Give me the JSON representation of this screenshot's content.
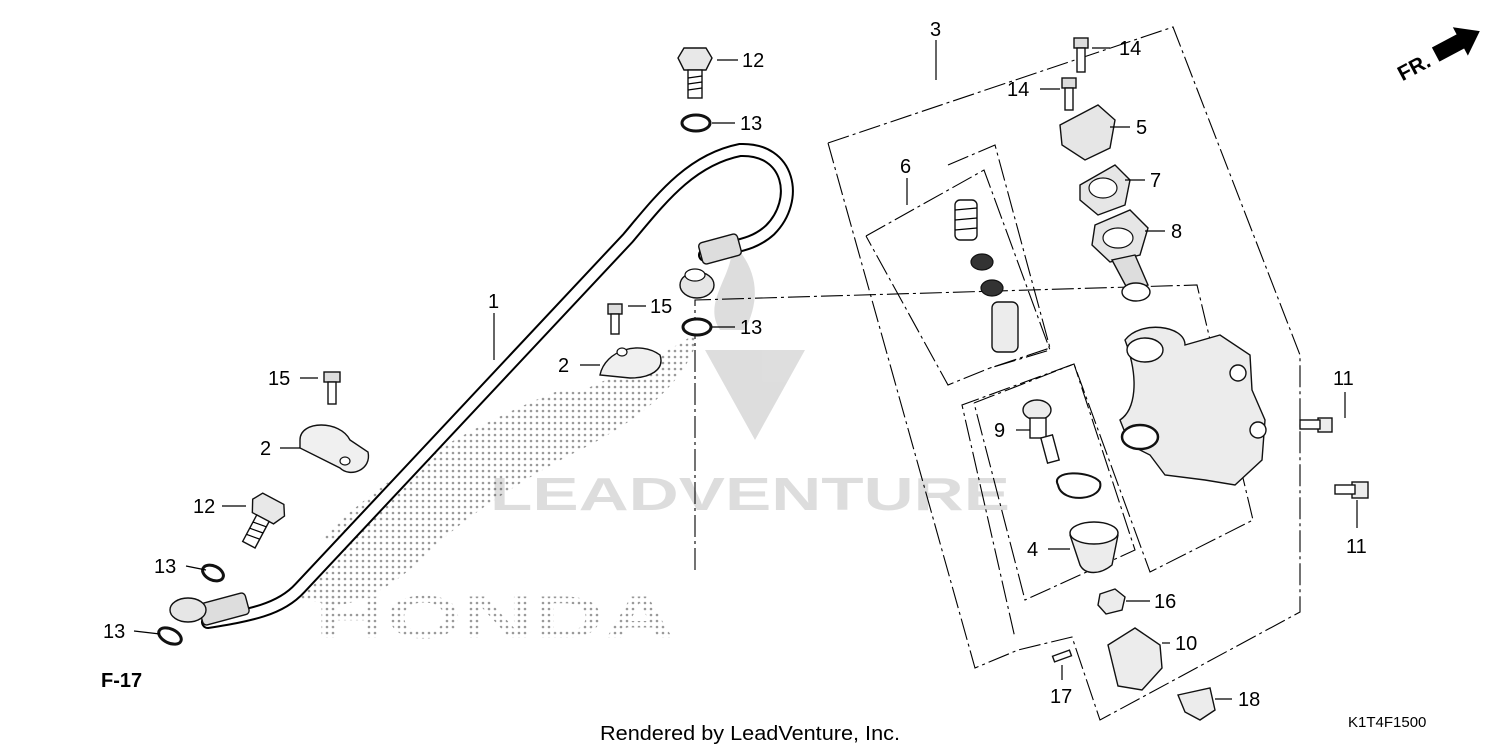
{
  "watermarks": {
    "honda_text": "HONDA",
    "leadventure_text": "LEADVENTURE"
  },
  "orientation": {
    "label": "FR.",
    "icon": "front-arrow-icon"
  },
  "callouts": {
    "c1": "1",
    "c2a": "2",
    "c2b": "2",
    "c3": "3",
    "c4": "4",
    "c5": "5",
    "c6": "6",
    "c7": "7",
    "c8": "8",
    "c9": "9",
    "c10": "10",
    "c11a": "11",
    "c11b": "11",
    "c12a": "12",
    "c12b": "12",
    "c13a": "13",
    "c13b": "13",
    "c13c": "13",
    "c13d": "13",
    "c14a": "14",
    "c14b": "14",
    "c15a": "15",
    "c15b": "15",
    "c16": "16",
    "c17": "17",
    "c18": "18"
  },
  "reference": "F-17",
  "footer": {
    "credit": "Rendered by LeadVenture, Inc.",
    "diagram_code": "K1T4F1500"
  }
}
